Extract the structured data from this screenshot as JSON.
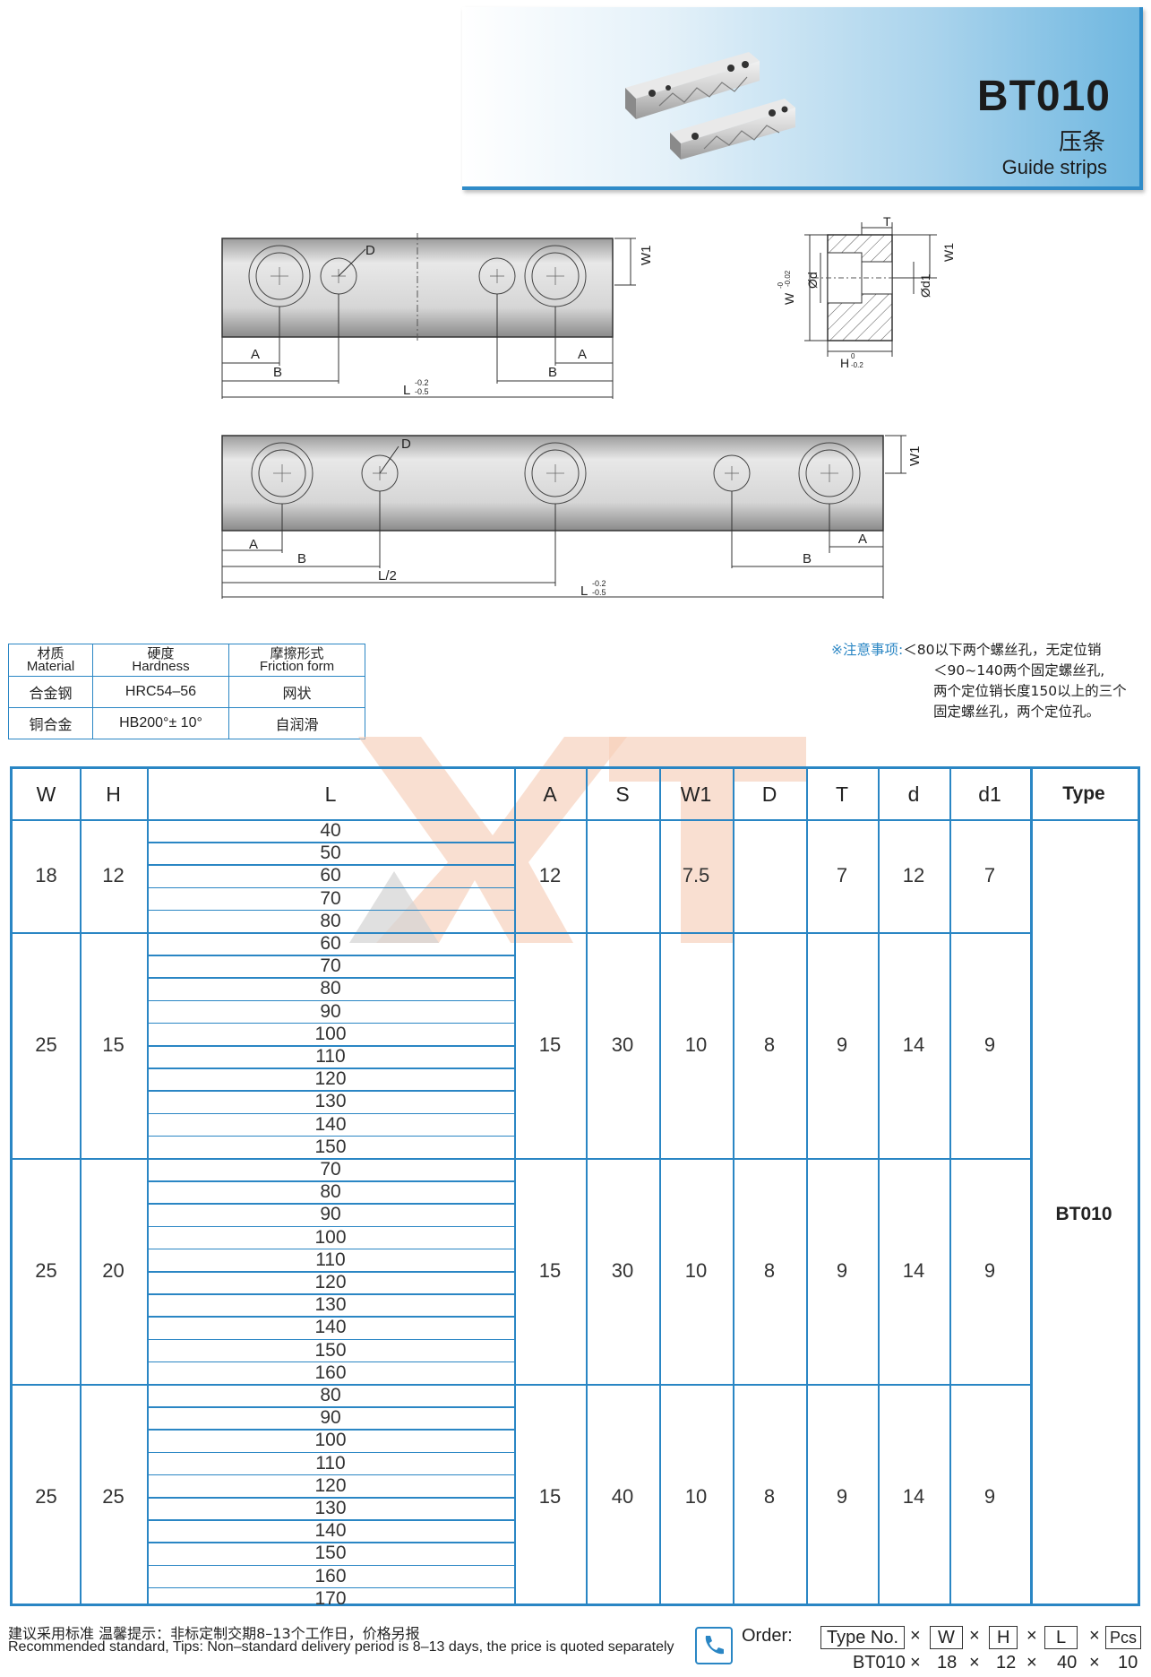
{
  "header": {
    "code": "BT010",
    "title_cn": "压条",
    "title_en": "Guide strips"
  },
  "drawing": {
    "top_view_labels": {
      "d": "D",
      "w1": "W1",
      "a": "A",
      "b": "B",
      "l": "L",
      "l_tol_up": "-0.2",
      "l_tol_low": "-0.5"
    },
    "section_labels": {
      "t": "T",
      "w1": "W1",
      "w": "W",
      "w_tol_up": "-0",
      "w_tol_low": "-0.02",
      "od": "Ød",
      "od1": "Ød1",
      "h": "H",
      "h_tol_up": "0",
      "h_tol_low": "-0.2"
    },
    "long_view_labels": {
      "d": "D",
      "w1": "W1",
      "a": "A",
      "b": "B",
      "l2": "L/2",
      "l": "L",
      "l_tol_up": "-0.2",
      "l_tol_low": "-0.5"
    }
  },
  "material_table": {
    "headers": [
      {
        "cn": "材质",
        "en": "Material"
      },
      {
        "cn": "硬度",
        "en": "Hardness"
      },
      {
        "cn": "摩擦形式",
        "en": "Friction form"
      }
    ],
    "rows": [
      [
        "合金钢",
        "HRC54–56",
        "网状"
      ],
      [
        "铜合金",
        "HB200°± 10°",
        "自润滑"
      ]
    ]
  },
  "note": {
    "label": "※注意事项:",
    "lines": [
      "＜80以下两个螺丝孔，无定位销",
      "＜90~140两个固定螺丝孔,",
      "两个定位销长度150以上的三个",
      "固定螺丝孔，两个定位孔。"
    ]
  },
  "spec_table": {
    "headers": [
      "W",
      "H",
      "L",
      "A",
      "S",
      "W1",
      "D",
      "T",
      "d",
      "d1",
      "Type"
    ],
    "groups": [
      {
        "W": "18",
        "H": "12",
        "L": [
          "40",
          "50",
          "60",
          "70",
          "80"
        ],
        "A": "12",
        "S": "",
        "W1": "7.5",
        "D": "",
        "T": "7",
        "d": "12",
        "d1": "7"
      },
      {
        "W": "25",
        "H": "15",
        "L": [
          "60",
          "70",
          "80",
          "90",
          "100",
          "110",
          "120",
          "130",
          "140",
          "150"
        ],
        "A": "15",
        "S": "30",
        "W1": "10",
        "D": "8",
        "T": "9",
        "d": "14",
        "d1": "9"
      },
      {
        "W": "25",
        "H": "20",
        "L": [
          "70",
          "80",
          "90",
          "100",
          "110",
          "120",
          "130",
          "140",
          "150",
          "160"
        ],
        "A": "15",
        "S": "30",
        "W1": "10",
        "D": "8",
        "T": "9",
        "d": "14",
        "d1": "9"
      },
      {
        "W": "25",
        "H": "25",
        "L": [
          "80",
          "90",
          "100",
          "110",
          "120",
          "130",
          "140",
          "150",
          "160",
          "170"
        ],
        "A": "15",
        "S": "40",
        "W1": "10",
        "D": "8",
        "T": "9",
        "d": "14",
        "d1": "9"
      }
    ],
    "type": "BT010"
  },
  "footer": {
    "line1": "建议采用标准 温馨提示：非标定制交期8–13个工作日，价格另报",
    "line2": "Recommended standard, Tips: Non–standard delivery period is 8–13 days, the price is quoted separately",
    "order_label": "Order:",
    "order_fields": [
      "Type No.",
      "W",
      "H",
      "L",
      "Pcs"
    ],
    "order_sep": "×",
    "order_values": [
      "BT010",
      "18",
      "12",
      "40",
      "10"
    ]
  },
  "colors": {
    "accent": "#2a86c4",
    "watermark": "#f6c9b0"
  }
}
